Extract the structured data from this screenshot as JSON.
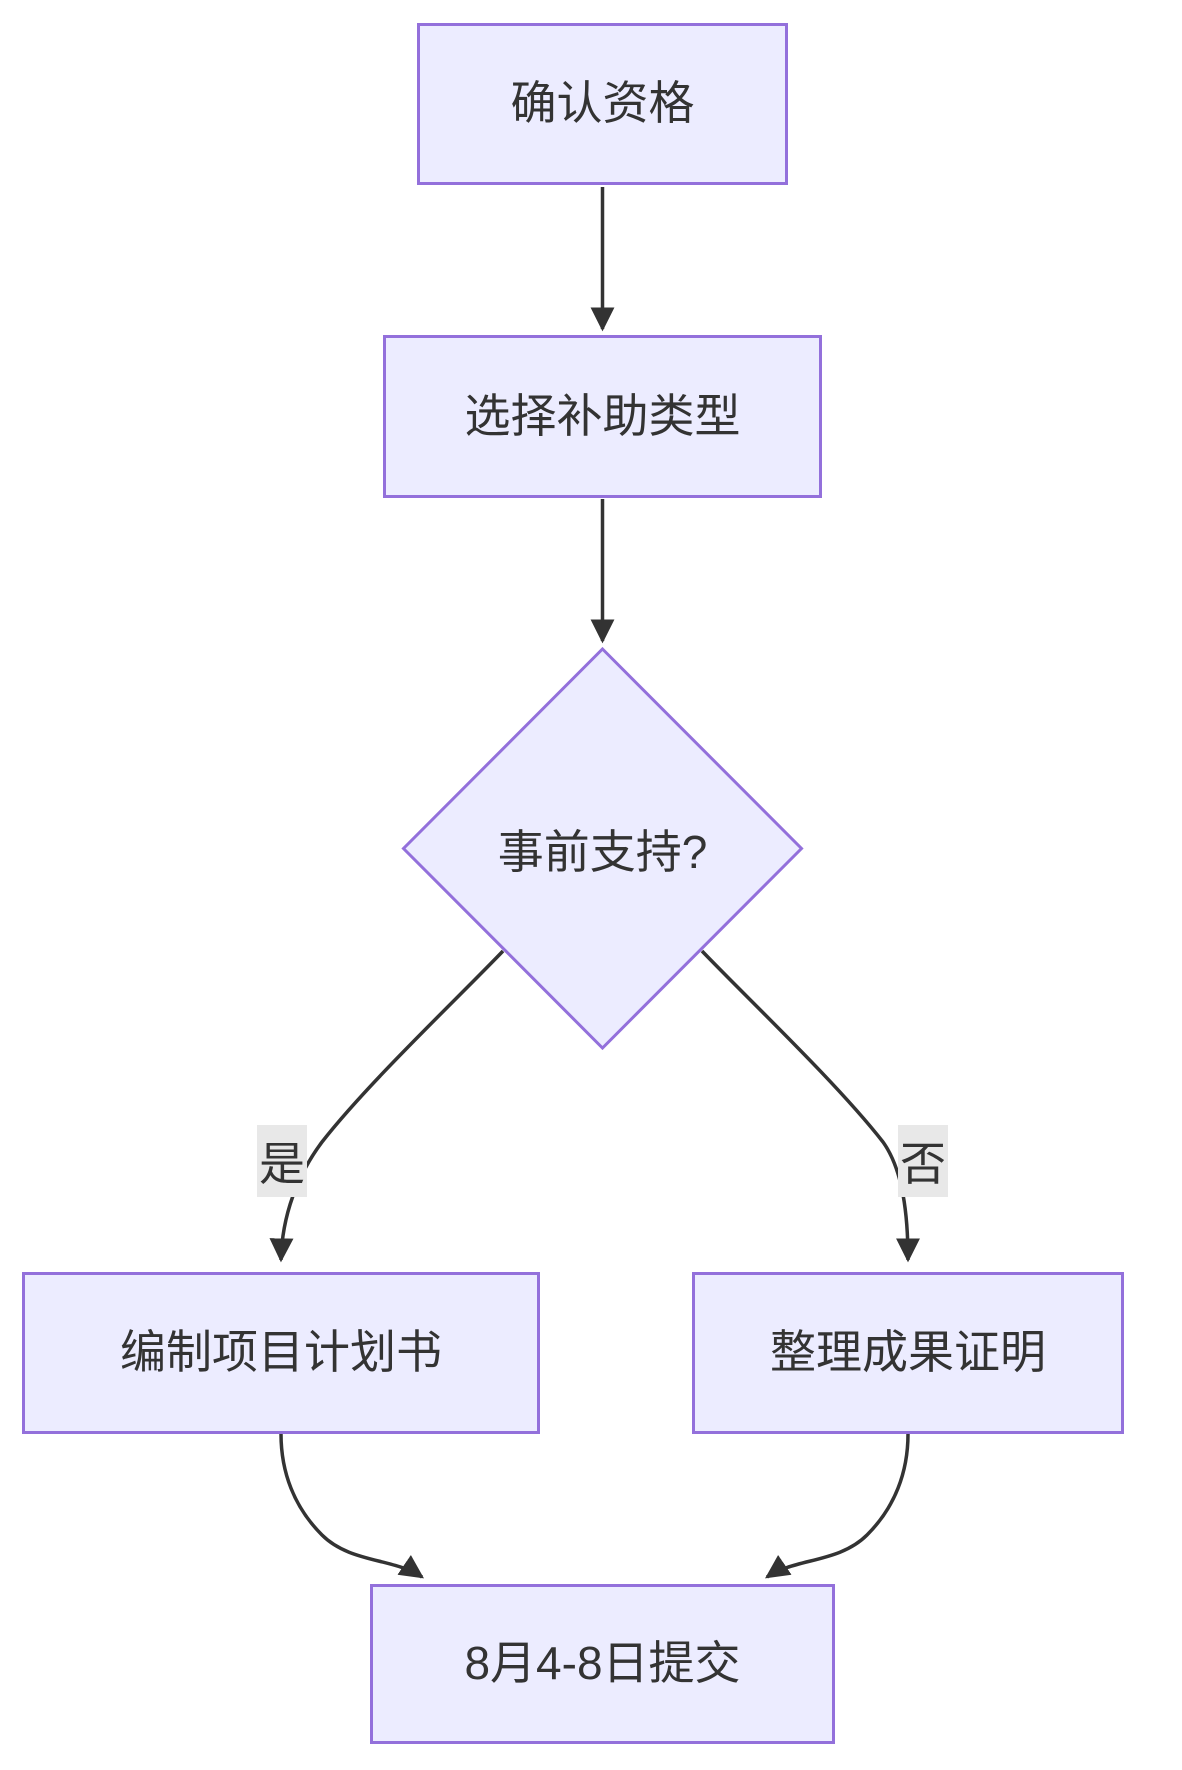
{
  "diagram": {
    "type": "flowchart",
    "direction": "top-down",
    "colors": {
      "background": "#ffffff",
      "node_fill": "#ECECFF",
      "node_border": "#9370DB",
      "line": "#333333",
      "text": "#333333",
      "edge_label_bg": "#e8e8e8"
    },
    "nodes": [
      {
        "id": "confirm",
        "shape": "rect",
        "label": "确认资格"
      },
      {
        "id": "select",
        "shape": "rect",
        "label": "选择补助类型"
      },
      {
        "id": "decision",
        "shape": "diamond",
        "label": "事前支持?"
      },
      {
        "id": "plan",
        "shape": "rect",
        "label": "编制项目计划书"
      },
      {
        "id": "proof",
        "shape": "rect",
        "label": "整理成果证明"
      },
      {
        "id": "submit",
        "shape": "rect",
        "label": "8月4-8日提交"
      }
    ],
    "edges": [
      {
        "from": "confirm",
        "to": "select",
        "label": ""
      },
      {
        "from": "select",
        "to": "decision",
        "label": ""
      },
      {
        "from": "decision",
        "to": "plan",
        "label": "是"
      },
      {
        "from": "decision",
        "to": "proof",
        "label": "否"
      },
      {
        "from": "plan",
        "to": "submit",
        "label": ""
      },
      {
        "from": "proof",
        "to": "submit",
        "label": ""
      }
    ]
  }
}
